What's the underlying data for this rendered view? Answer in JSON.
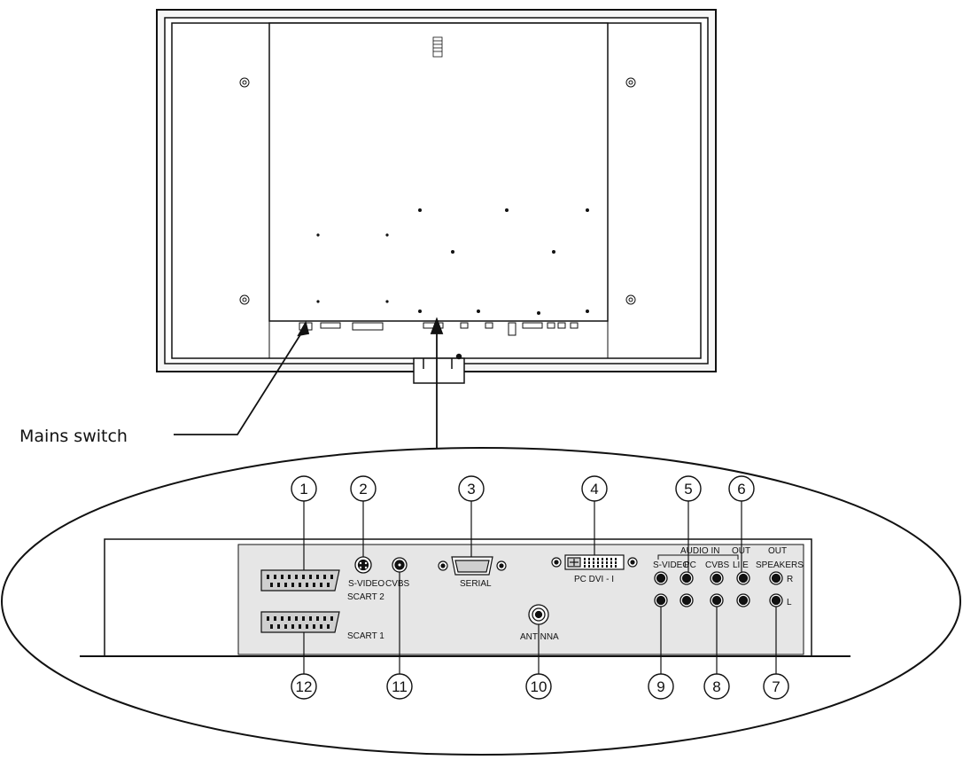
{
  "callout": "Mains switch",
  "labels": {
    "svideo": "S-VIDEO",
    "cvbs": "CVBS",
    "serial": "SERIAL",
    "pc_dvi": "PC DVI - I",
    "scart2": "SCART 2",
    "scart1": "SCART 1",
    "antenna": "ANT NNA",
    "audio_in": "AUDIO IN",
    "out_line": "OUT",
    "out_speakers": "OUT",
    "svideo_audio": "S-VIDEO",
    "pc_audio": "PC",
    "cvbs_audio": "CVBS",
    "line": "LI E",
    "speakers": "SPEAKERS",
    "r": "R",
    "l": "L"
  },
  "numbers": [
    "1",
    "2",
    "3",
    "4",
    "5",
    "6",
    "7",
    "8",
    "9",
    "10",
    "11",
    "12"
  ],
  "colors": {
    "line": "#111111",
    "panel": "#e6e6e6",
    "bezel": "#f4f4f4"
  }
}
